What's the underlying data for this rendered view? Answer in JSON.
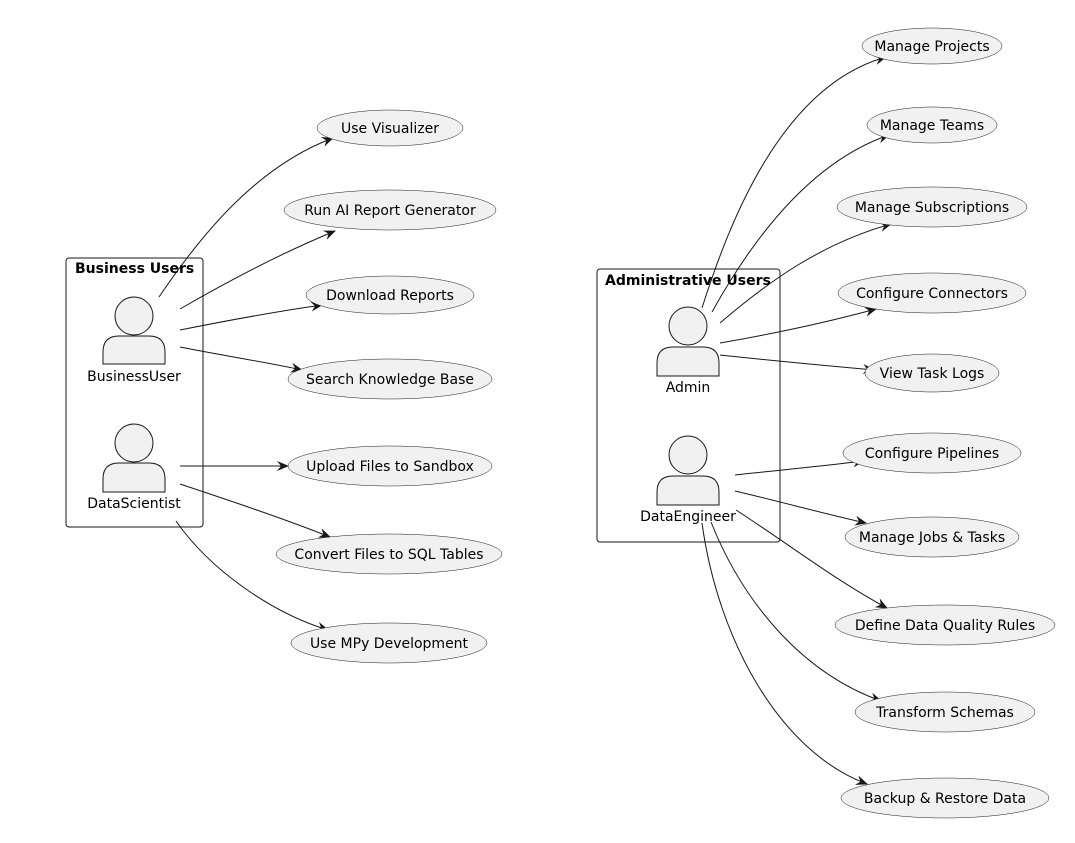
{
  "packages": [
    {
      "id": "business",
      "title": "Business Users"
    },
    {
      "id": "admin",
      "title": "Administrative Users"
    }
  ],
  "actors": [
    {
      "id": "business_user",
      "name": "BusinessUser"
    },
    {
      "id": "data_scientist",
      "name": "DataScientist"
    },
    {
      "id": "admin",
      "name": "Admin"
    },
    {
      "id": "data_engineer",
      "name": "DataEngineer"
    }
  ],
  "use_cases": [
    {
      "id": "use_visualizer",
      "label": "Use Visualizer"
    },
    {
      "id": "run_ai_report",
      "label": "Run AI Report Generator"
    },
    {
      "id": "download_reports",
      "label": "Download Reports"
    },
    {
      "id": "search_kb",
      "label": "Search Knowledge Base"
    },
    {
      "id": "upload_files",
      "label": "Upload Files to Sandbox"
    },
    {
      "id": "convert_files",
      "label": "Convert Files to SQL Tables"
    },
    {
      "id": "use_mpy",
      "label": "Use MPy Development"
    },
    {
      "id": "manage_projects",
      "label": "Manage Projects"
    },
    {
      "id": "manage_teams",
      "label": "Manage Teams"
    },
    {
      "id": "manage_subscriptions",
      "label": "Manage Subscriptions"
    },
    {
      "id": "configure_connectors",
      "label": "Configure Connectors"
    },
    {
      "id": "view_task_logs",
      "label": "View Task Logs"
    },
    {
      "id": "configure_pipelines",
      "label": "Configure Pipelines"
    },
    {
      "id": "manage_jobs",
      "label": "Manage Jobs & Tasks"
    },
    {
      "id": "define_dq_rules",
      "label": "Define Data Quality Rules"
    },
    {
      "id": "transform_schemas",
      "label": "Transform Schemas"
    },
    {
      "id": "backup_restore",
      "label": "Backup & Restore Data"
    }
  ],
  "associations": [
    {
      "from": "business_user",
      "to": "use_visualizer"
    },
    {
      "from": "business_user",
      "to": "run_ai_report"
    },
    {
      "from": "business_user",
      "to": "download_reports"
    },
    {
      "from": "business_user",
      "to": "search_kb"
    },
    {
      "from": "data_scientist",
      "to": "upload_files"
    },
    {
      "from": "data_scientist",
      "to": "convert_files"
    },
    {
      "from": "data_scientist",
      "to": "use_mpy"
    },
    {
      "from": "admin",
      "to": "manage_projects"
    },
    {
      "from": "admin",
      "to": "manage_teams"
    },
    {
      "from": "admin",
      "to": "manage_subscriptions"
    },
    {
      "from": "admin",
      "to": "configure_connectors"
    },
    {
      "from": "admin",
      "to": "view_task_logs"
    },
    {
      "from": "data_engineer",
      "to": "configure_pipelines"
    },
    {
      "from": "data_engineer",
      "to": "manage_jobs"
    },
    {
      "from": "data_engineer",
      "to": "define_dq_rules"
    },
    {
      "from": "data_engineer",
      "to": "transform_schemas"
    },
    {
      "from": "data_engineer",
      "to": "backup_restore"
    }
  ],
  "colors": {
    "fill": "#f1f1f1",
    "stroke": "#181818",
    "edge": "#181818",
    "background": "#ffffff"
  }
}
